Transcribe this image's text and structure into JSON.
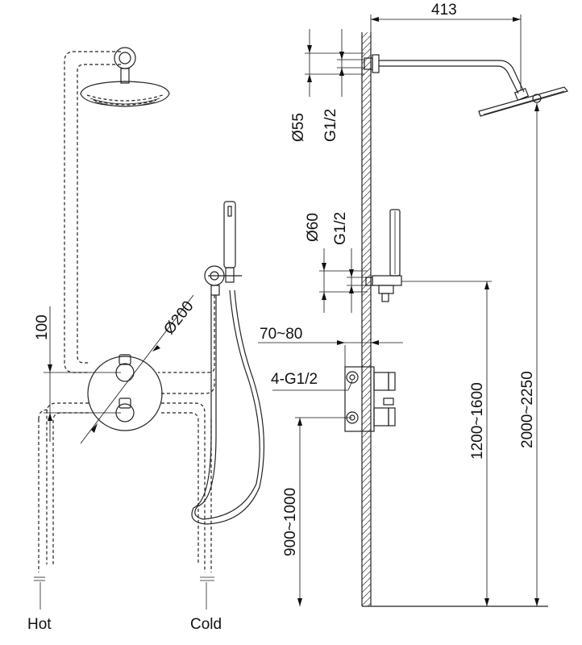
{
  "labels": {
    "hot": "Hot",
    "cold": "Cold",
    "dim_413": "413",
    "dim_o55": "Ø55",
    "dim_g12_top": "G1/2",
    "dim_o60": "Ø60",
    "dim_g12_mid": "G1/2",
    "dim_o200": "Ø200",
    "dim_100": "100",
    "dim_70_80": "70~80",
    "dim_4g12": "4-G1/2",
    "dim_900_1000": "900~1000",
    "dim_1200_1600": "1200~1600",
    "dim_2000_2250": "2000~2250"
  }
}
